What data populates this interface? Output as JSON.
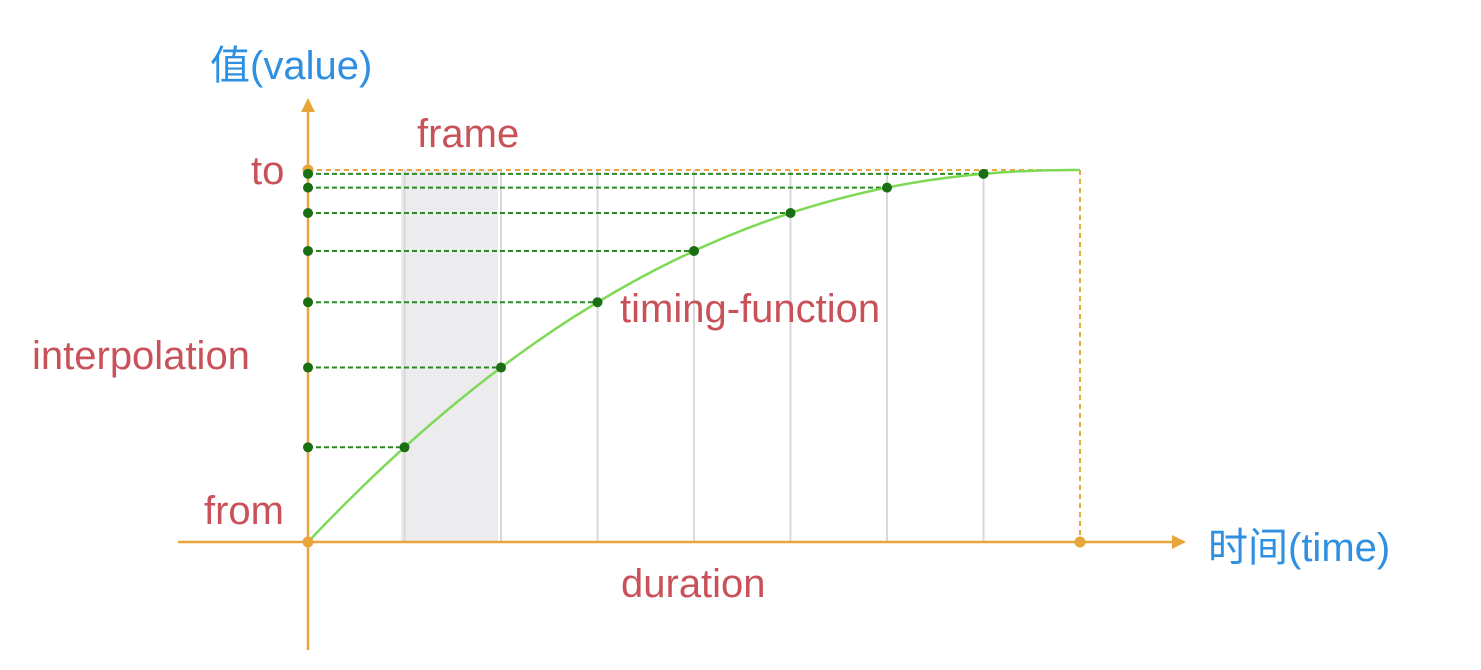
{
  "labels": {
    "y_axis": "值(value)",
    "x_axis": "时间(time)",
    "to": "to",
    "from": "from",
    "frame": "frame",
    "interpolation": "interpolation",
    "timing_function": "timing-function",
    "duration": "duration"
  },
  "colors": {
    "axis": "#e8a63a",
    "axis_label": "#2f8fe0",
    "concept_label": "#c9525a",
    "curve": "#7ed957",
    "point": "#1a6e14",
    "guide": "#2a8a22",
    "frame_fill": "#ececee",
    "frame_line": "#d9d9d9"
  },
  "frames": 8,
  "highlighted_frame": 1
}
